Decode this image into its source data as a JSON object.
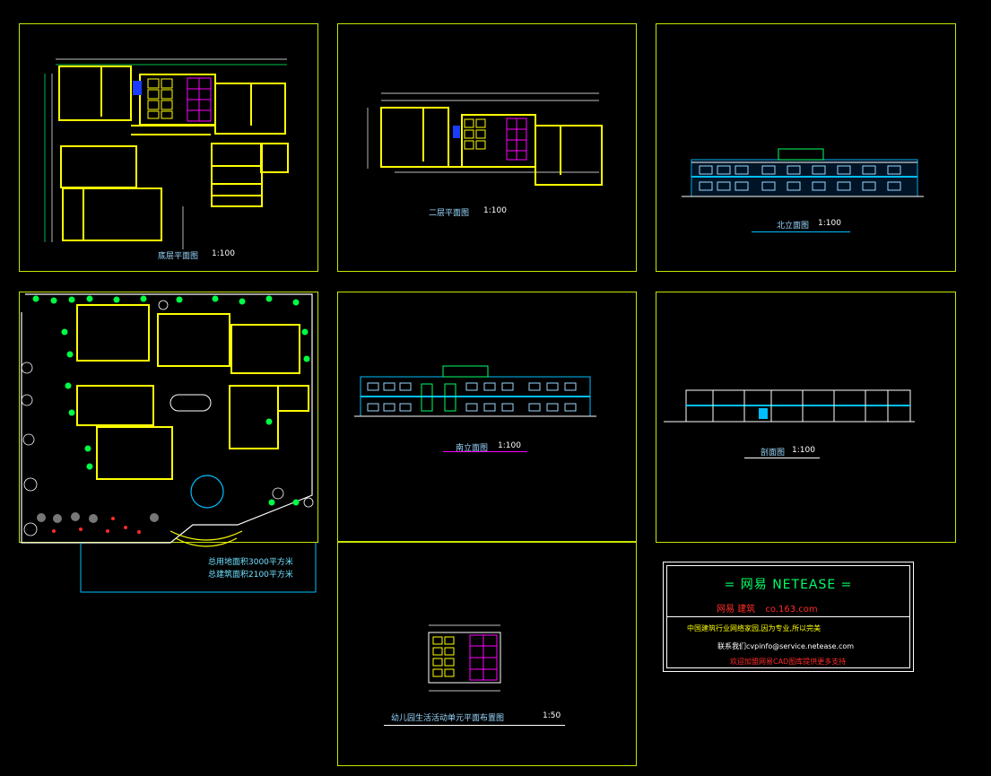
{
  "drawing_titles": {
    "ground_floor": {
      "name": "底层平面图",
      "scale": "1:100"
    },
    "second_floor": {
      "name": "二层平面图",
      "scale": "1:100"
    },
    "north_elevation": {
      "name": "北立面图",
      "scale": "1:100"
    },
    "south_elevation": {
      "name": "南立面图",
      "scale": "1:100"
    },
    "section": {
      "name": "剖面图",
      "scale": "1:100"
    },
    "unit_plan": {
      "name": "幼儿园生活活动单元平面布置图",
      "scale": "1:50"
    }
  },
  "site_plan": {
    "area_site": "总用地面积3000平方米",
    "area_building": "总建筑面积2100平方米"
  },
  "title_block": {
    "title": "=   网易  NETEASE     =",
    "site_label": "网易  建筑",
    "site_url": "co.163.com",
    "line1": "中国建筑行业网络家园,因为专业,所以完美",
    "line2": "联系我们cvpinfo@service.netease.com",
    "line3": "欢迎加盟网易CAD图库提供更多支持"
  },
  "colors": {
    "frame": "#c8e600",
    "wall": "#ffff00",
    "furniture": "#ffff00",
    "toilet": "#ff00ff",
    "label": "#9ad9ff",
    "dimension": "#ffffff",
    "tree": "#00ff44",
    "window": "#00bfff",
    "flower": "#ff2b2b",
    "title_text": "#00ff66"
  }
}
